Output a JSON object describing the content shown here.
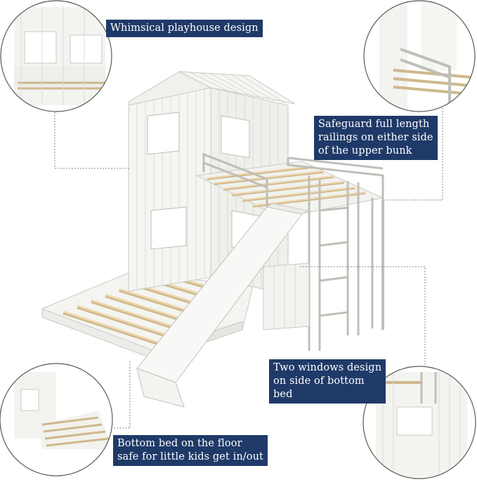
{
  "callouts": {
    "playhouse": {
      "lines": [
        "Whimsical playhouse design"
      ]
    },
    "railings": {
      "lines": [
        "Safeguard full length",
        "railings on either side",
        "of the upper bunk"
      ]
    },
    "windows": {
      "lines": [
        "Two windows design",
        "on side of bottom",
        "bed"
      ]
    },
    "floor_bed": {
      "lines": [
        "Bottom bed on the floor",
        "safe for little kids get in/out"
      ]
    }
  },
  "colors": {
    "callout_bg": "#1f3a68",
    "callout_text": "#ffffff",
    "frame_white": "#f7f7f5",
    "frame_line": "#c9c9c4",
    "slat_wood": "#e8d2a8",
    "circle_border": "#5a5a5a",
    "leader_line": "#8a8a8a"
  },
  "icons": [
    "bunk-bed-illustration",
    "playhouse-roof-detail",
    "upper-railing-detail",
    "window-detail",
    "floor-bed-detail"
  ]
}
